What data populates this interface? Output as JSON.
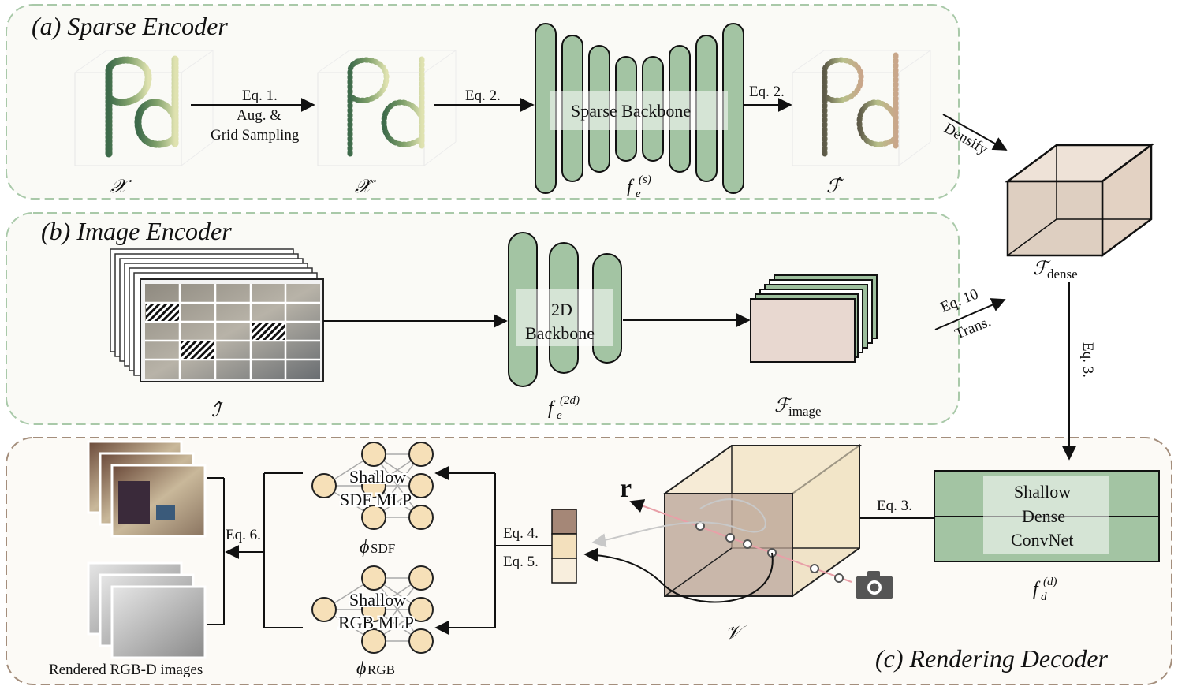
{
  "sections": {
    "sparse": "(a) Sparse Encoder",
    "image": "(b) Image Encoder",
    "render": "(c) Rendering Decoder"
  },
  "arrows": {
    "eq1": "Eq. 1.",
    "aug": "Aug. &",
    "grid": "Grid Sampling",
    "eq2a": "Eq. 2.",
    "eq2b": "Eq. 2.",
    "densify": "Densify",
    "eq10": "Eq. 10",
    "trans": "Trans.",
    "eq3v": "Eq. 3.",
    "eq3h": "Eq. 3.",
    "eq4": "Eq. 4.",
    "eq5": "Eq. 5.",
    "eq6": "Eq. 6."
  },
  "blocks": {
    "sparse_backbone": "Sparse Backbone",
    "backbone2d_l1": "2D",
    "backbone2d_l2": "Backbone",
    "dense_l1": "Shallow",
    "dense_l2": "Dense",
    "dense_l3": "ConvNet",
    "sdf_l1": "Shallow",
    "sdf_l2": "SDF MLP",
    "rgb_l1": "Shallow",
    "rgb_l2": "RGB MLP"
  },
  "symbols": {
    "x": "𝒳",
    "x_hat": "𝒳̂",
    "f_hat": "ℱ̂",
    "fes": "f",
    "fes_sub": "e",
    "fes_sup": "(s)",
    "fe2d": "f",
    "fe2d_sub": "e",
    "fe2d_sup": "(2d)",
    "fd": "f",
    "fd_sub": "d",
    "fd_sup": "(d)",
    "i_hat": "ℐ̂",
    "f_image": "ℱ",
    "f_image_sub": "image",
    "f_dense": "ℱ",
    "f_dense_sub": "dense",
    "v": "𝒱",
    "r": "r",
    "phi_sdf": "ϕ",
    "phi_sdf_sub": "SDF",
    "phi_rgb": "ϕ",
    "phi_rgb_sub": "RGB"
  },
  "captions": {
    "rendered": "Rendered RGB-D images"
  },
  "colors": {
    "green": "#9dbf9d",
    "green_dark": "#3f6b46",
    "tan": "#d8c7b6",
    "beige": "#f3e6c8",
    "node": "#f6e0b8"
  }
}
